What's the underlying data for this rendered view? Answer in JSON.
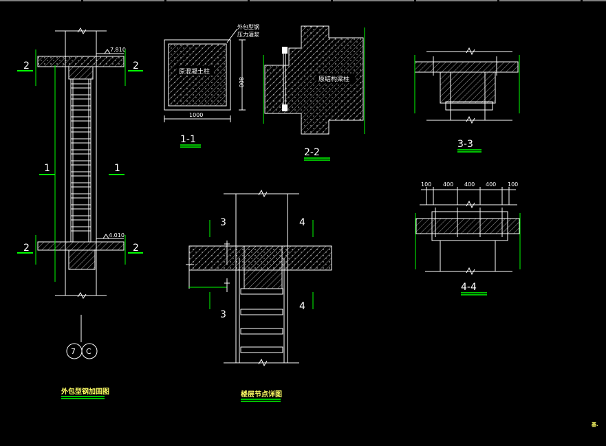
{
  "colors": {
    "background": "#000000",
    "lines": "#ffffff",
    "annotations": "#00ff00",
    "titles": "#ffff66"
  },
  "elevation": {
    "title": "外包型钢加固图",
    "level_top": "7.810",
    "level_bottom": "4.010",
    "cut_2": "2",
    "cut_1": "1",
    "axis_1": "7",
    "axis_2": "C"
  },
  "section_1_1": {
    "label": "1-1",
    "inner_text": "原混凝土柱",
    "note_line1": "外包型钢",
    "note_line2": "压力灌浆",
    "dim_width": "1000",
    "dim_height": "800"
  },
  "section_2_2": {
    "label": "2-2",
    "inner_text": "原结构梁柱"
  },
  "section_3_3": {
    "label": "3-3"
  },
  "section_4_4": {
    "label": "4-4",
    "dims": [
      "100",
      "400",
      "400",
      "400",
      "100"
    ]
  },
  "node_detail": {
    "title": "楼层节点详图",
    "cut_3": "3",
    "cut_4": "4"
  },
  "corner_mark": "基."
}
